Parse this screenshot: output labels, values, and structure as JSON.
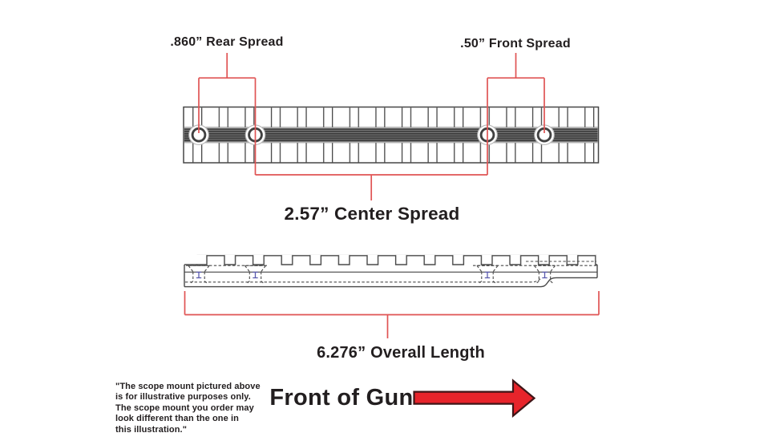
{
  "labels": {
    "rear_spread": ".860” Rear Spread",
    "front_spread": ".50” Front Spread",
    "center_spread": "2.57” Center Spread",
    "overall_length": "6.276” Overall Length",
    "front_of_gun": "Front of Gun",
    "disclaimer": "\"The scope mount pictured above\nis for illustrative purposes only.\nThe scope mount you order may\nlook different than the one in\nthis illustration.\""
  },
  "measurements": {
    "rear_spread_inches": 0.86,
    "front_spread_inches": 0.5,
    "center_spread_inches": 2.57,
    "overall_length_inches": 6.276
  },
  "drawing": {
    "subject": "picatinny-rail-scope-mount",
    "views": [
      "top-view",
      "side-profile-view"
    ],
    "screw_hole_count": 4,
    "front_direction": "right"
  },
  "colors": {
    "dimension_red": "#e05454",
    "arrow_red": "#e7242b",
    "arrow_outline": "#3f1517",
    "line_dark": "#474747",
    "strip_dark": "#3c3c3c",
    "text_dark": "#221e1f",
    "screw_mark_blue": "#5a5aad"
  }
}
